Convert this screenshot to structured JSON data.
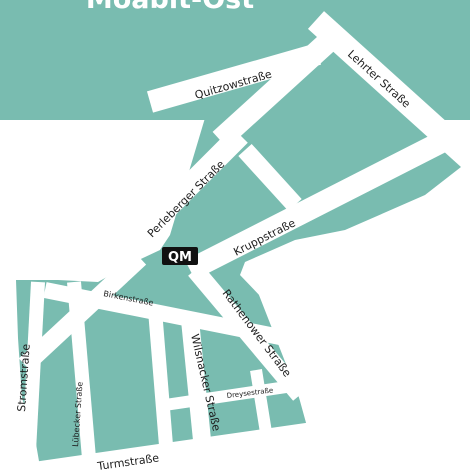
{
  "map": {
    "district_label": "Moabit-Ost",
    "marker_label": "QM",
    "streets": {
      "lehrter": "Lehrter Straße",
      "quitzow": "Quitzowstraße",
      "perleberger": "Perleberger Straße",
      "krupp": "Kruppstraße",
      "birken": "Birkenstraße",
      "rathenower": "Rathenower Straße",
      "strom": "Stromstraße",
      "luebecker": "Lübecker Straße",
      "wilsnacker": "Wilsnacker Straße",
      "dreyse": "Dreysestraße",
      "turm": "Turmstraße"
    }
  },
  "colors": {
    "block_fill": "#79bcb0",
    "street_fill": "#ffffff",
    "marker_bg": "#111111",
    "label_text": "#1e1e1e"
  }
}
